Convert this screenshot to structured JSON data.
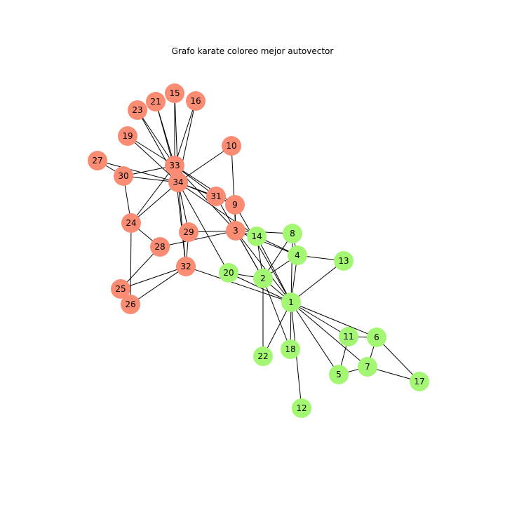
{
  "title": "Grafo karate coloreo mejor autovector",
  "colors": {
    "group_a": "#fa8c73",
    "group_b": "#a4f773",
    "edge": "#000000"
  },
  "graph": {
    "nodes": [
      {
        "id": 1,
        "label": "1",
        "group": "b"
      },
      {
        "id": 2,
        "label": "2",
        "group": "b"
      },
      {
        "id": 3,
        "label": "3",
        "group": "a"
      },
      {
        "id": 4,
        "label": "4",
        "group": "b"
      },
      {
        "id": 5,
        "label": "5",
        "group": "b"
      },
      {
        "id": 6,
        "label": "6",
        "group": "b"
      },
      {
        "id": 7,
        "label": "7",
        "group": "b"
      },
      {
        "id": 8,
        "label": "8",
        "group": "b"
      },
      {
        "id": 9,
        "label": "9",
        "group": "a"
      },
      {
        "id": 10,
        "label": "10",
        "group": "a"
      },
      {
        "id": 11,
        "label": "11",
        "group": "b"
      },
      {
        "id": 12,
        "label": "12",
        "group": "b"
      },
      {
        "id": 13,
        "label": "13",
        "group": "b"
      },
      {
        "id": 14,
        "label": "14",
        "group": "b"
      },
      {
        "id": 15,
        "label": "15",
        "group": "a"
      },
      {
        "id": 16,
        "label": "16",
        "group": "a"
      },
      {
        "id": 17,
        "label": "17",
        "group": "b"
      },
      {
        "id": 18,
        "label": "18",
        "group": "b"
      },
      {
        "id": 19,
        "label": "19",
        "group": "a"
      },
      {
        "id": 20,
        "label": "20",
        "group": "b"
      },
      {
        "id": 21,
        "label": "21",
        "group": "a"
      },
      {
        "id": 22,
        "label": "22",
        "group": "b"
      },
      {
        "id": 23,
        "label": "23",
        "group": "a"
      },
      {
        "id": 24,
        "label": "24",
        "group": "a"
      },
      {
        "id": 25,
        "label": "25",
        "group": "a"
      },
      {
        "id": 26,
        "label": "26",
        "group": "a"
      },
      {
        "id": 27,
        "label": "27",
        "group": "a"
      },
      {
        "id": 28,
        "label": "28",
        "group": "a"
      },
      {
        "id": 29,
        "label": "29",
        "group": "a"
      },
      {
        "id": 30,
        "label": "30",
        "group": "a"
      },
      {
        "id": 31,
        "label": "31",
        "group": "a"
      },
      {
        "id": 32,
        "label": "32",
        "group": "a"
      },
      {
        "id": 33,
        "label": "33",
        "group": "a"
      },
      {
        "id": 34,
        "label": "34",
        "group": "a"
      }
    ],
    "edges": [
      [
        1,
        2
      ],
      [
        1,
        3
      ],
      [
        1,
        4
      ],
      [
        1,
        5
      ],
      [
        1,
        6
      ],
      [
        1,
        7
      ],
      [
        1,
        8
      ],
      [
        1,
        9
      ],
      [
        1,
        11
      ],
      [
        1,
        12
      ],
      [
        1,
        13
      ],
      [
        1,
        14
      ],
      [
        1,
        18
      ],
      [
        1,
        20
      ],
      [
        1,
        22
      ],
      [
        1,
        32
      ],
      [
        2,
        3
      ],
      [
        2,
        4
      ],
      [
        2,
        8
      ],
      [
        2,
        14
      ],
      [
        2,
        18
      ],
      [
        2,
        20
      ],
      [
        2,
        22
      ],
      [
        2,
        31
      ],
      [
        3,
        4
      ],
      [
        3,
        8
      ],
      [
        3,
        9
      ],
      [
        3,
        10
      ],
      [
        3,
        14
      ],
      [
        3,
        28
      ],
      [
        3,
        29
      ],
      [
        3,
        33
      ],
      [
        4,
        8
      ],
      [
        4,
        13
      ],
      [
        4,
        14
      ],
      [
        5,
        7
      ],
      [
        5,
        11
      ],
      [
        6,
        7
      ],
      [
        6,
        11
      ],
      [
        6,
        17
      ],
      [
        7,
        17
      ],
      [
        9,
        31
      ],
      [
        9,
        33
      ],
      [
        9,
        34
      ],
      [
        10,
        34
      ],
      [
        14,
        34
      ],
      [
        15,
        33
      ],
      [
        15,
        34
      ],
      [
        16,
        33
      ],
      [
        16,
        34
      ],
      [
        19,
        33
      ],
      [
        19,
        34
      ],
      [
        20,
        34
      ],
      [
        21,
        33
      ],
      [
        21,
        34
      ],
      [
        23,
        33
      ],
      [
        23,
        34
      ],
      [
        24,
        26
      ],
      [
        24,
        28
      ],
      [
        24,
        30
      ],
      [
        24,
        33
      ],
      [
        24,
        34
      ],
      [
        25,
        26
      ],
      [
        25,
        28
      ],
      [
        25,
        32
      ],
      [
        26,
        32
      ],
      [
        27,
        30
      ],
      [
        27,
        34
      ],
      [
        29,
        32
      ],
      [
        29,
        34
      ],
      [
        30,
        33
      ],
      [
        30,
        34
      ],
      [
        31,
        33
      ],
      [
        31,
        34
      ],
      [
        32,
        33
      ],
      [
        32,
        34
      ],
      [
        33,
        34
      ]
    ]
  }
}
